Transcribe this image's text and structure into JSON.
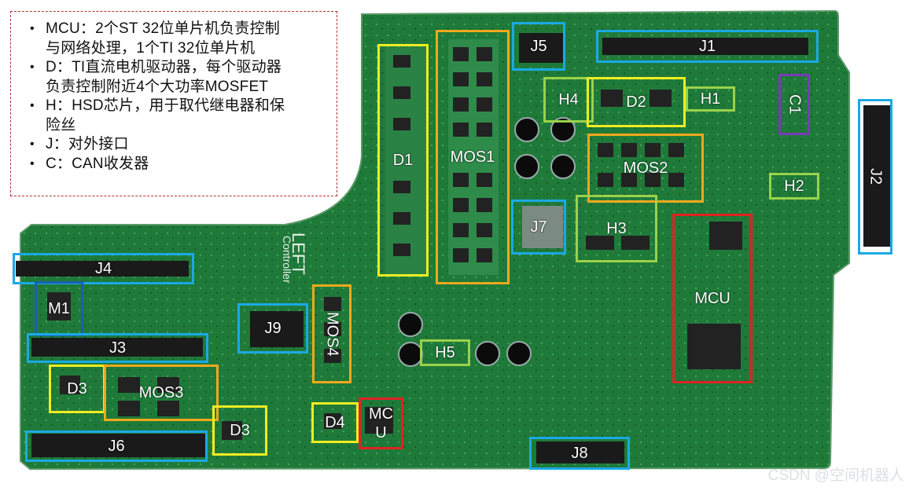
{
  "legend": {
    "items": [
      {
        "line1": "MCU：2个ST 32位单片机负责控制",
        "line2": "与网络处理，1个TI 32位单片机"
      },
      {
        "line1": "D：TI直流电机驱动器，每个驱动器",
        "line2": "负责控制附近4个大功率MOSFET"
      },
      {
        "line1": "H：HSD芯片，用于取代继电器和保",
        "line2": "险丝"
      },
      {
        "line1": "J：对外接口",
        "line2": ""
      },
      {
        "line1": "C：CAN收发器",
        "line2": ""
      }
    ]
  },
  "annotations": {
    "J5": "J5",
    "J1": "J1",
    "D1": "D1",
    "MOS1": "MOS1",
    "H4": "H4",
    "D2": "D2",
    "H1": "H1",
    "C1": "C1",
    "J2": "J2",
    "MOS2": "MOS2",
    "H2": "H2",
    "J7": "J7",
    "H3": "H3",
    "MCU_main": "MCU",
    "J4": "J4",
    "M1": "M1",
    "J9": "J9",
    "MOS4": "MOS4",
    "J3": "J3",
    "H5": "H5",
    "D3_left": "D3",
    "MOS3": "MOS3",
    "D3_mid": "D3",
    "D4": "D4",
    "MCU_small": "MC\nU",
    "J6": "J6",
    "J8": "J8"
  },
  "silkscreen": {
    "left": "LEFT",
    "controller": "Controller"
  },
  "watermark": "CSDN @空间机器人",
  "colors": {
    "board": "#1f7a3a",
    "blue": "#1ba9e4",
    "yellow": "#f2ec22",
    "orange": "#f0a81c",
    "green": "#9bd24a",
    "red": "#e02222",
    "purple": "#7a3ab8"
  }
}
